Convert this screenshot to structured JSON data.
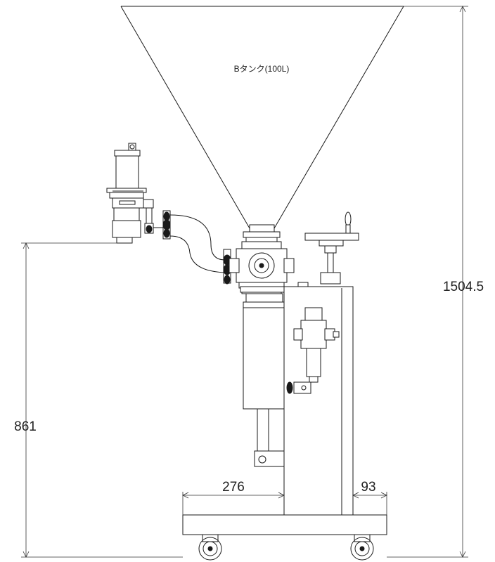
{
  "tank_label": "Bタンク(100L)",
  "dimensions": {
    "total_height": "1504.5",
    "side_height": "861",
    "base_left": "276",
    "base_right": "93"
  }
}
